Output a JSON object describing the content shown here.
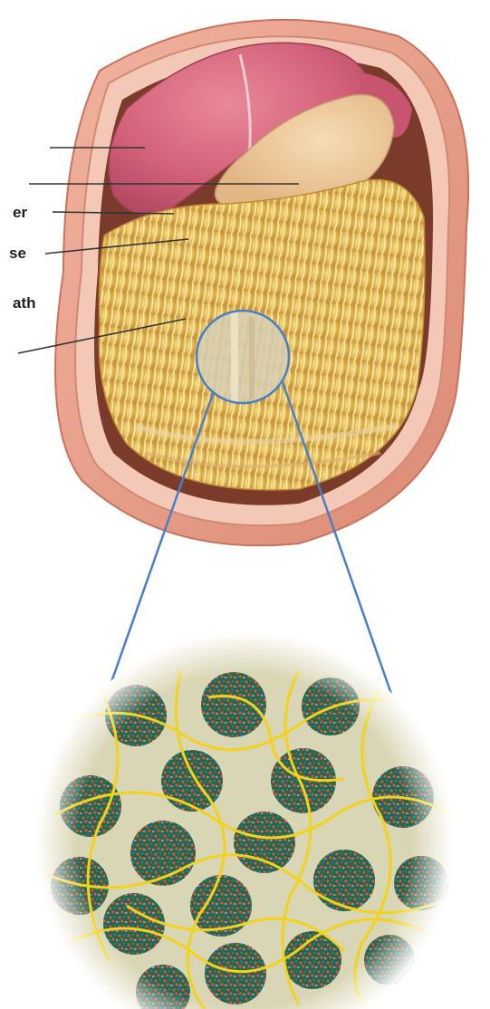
{
  "labels": {
    "label_1": "er",
    "label_2": "se",
    "label_3": "ath"
  },
  "colors": {
    "liver": "#d8687a",
    "omentum_fat": "#e9c25a",
    "body_wall": "#e89c86",
    "magnifier_line": "#4a7fc8",
    "cell_green": "#1f6b3a",
    "fiber_yellow": "#f2d21b",
    "matrix_bg": "#d9d6b5"
  }
}
